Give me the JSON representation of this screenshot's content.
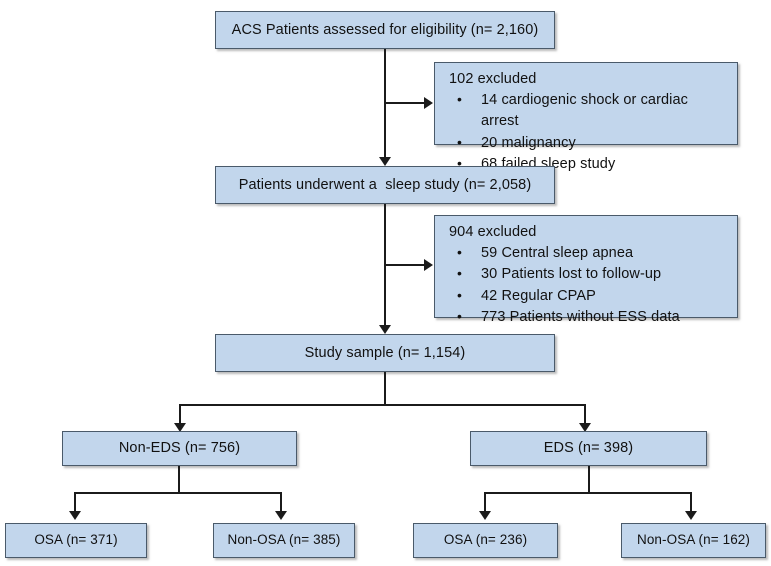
{
  "diagram": {
    "title": "Study participant flow diagram",
    "colors": {
      "box_fill": "#c2d6ec",
      "box_border": "#4a5a6a",
      "connector": "#1b1b1b",
      "background": "#ffffff"
    },
    "nodes": {
      "assessed": {
        "label": "ACS Patients assessed for eligibility (n= 2,160)",
        "count": 2160
      },
      "excluded_1": {
        "header": "102 excluded",
        "count": 102,
        "items": [
          "14 cardiogenic shock or cardiac arrest",
          "20 malignancy",
          "68 failed sleep study"
        ]
      },
      "sleep_study": {
        "label": "Patients underwent a  sleep study (n= 2,058)",
        "count": 2058
      },
      "excluded_2": {
        "header": "904 excluded",
        "count": 904,
        "items": [
          "59 Central sleep apnea",
          "30 Patients lost to follow-up",
          "42 Regular CPAP",
          "773 Patients without ESS data"
        ]
      },
      "study_sample": {
        "label": "Study sample (n= 1,154)",
        "count": 1154
      },
      "non_eds": {
        "label": "Non-EDS (n= 756)",
        "count": 756
      },
      "eds": {
        "label": "EDS (n= 398)",
        "count": 398
      },
      "non_eds_osa": {
        "label": "OSA (n= 371)",
        "count": 371
      },
      "non_eds_non_osa": {
        "label": "Non-OSA (n= 385)",
        "count": 385
      },
      "eds_osa": {
        "label": "OSA (n= 236)",
        "count": 236
      },
      "eds_non_osa": {
        "label": "Non-OSA (n= 162)",
        "count": 162
      }
    }
  }
}
